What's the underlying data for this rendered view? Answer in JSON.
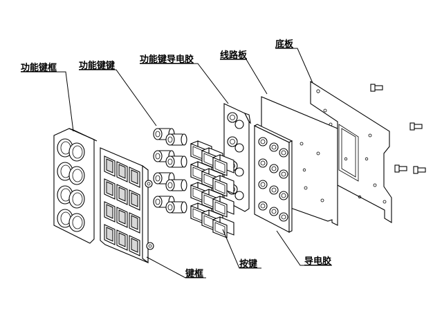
{
  "labels": {
    "func_key_frame": "功能键框",
    "func_key": "功能键键",
    "func_key_conductive": "功能键导电胶",
    "circuit_board": "线路板",
    "base_plate": "底板",
    "key_frame": "键框",
    "keys": "按键",
    "conductive_rubber": "导电胶"
  }
}
